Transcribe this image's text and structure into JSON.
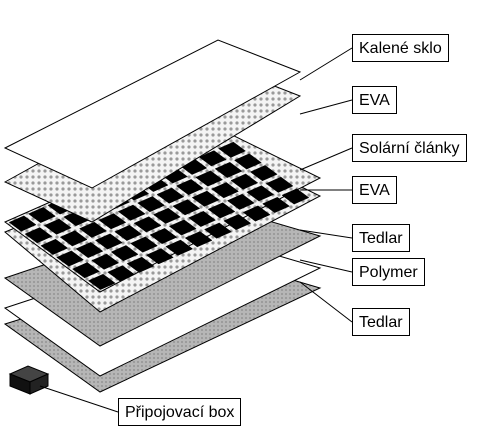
{
  "layers": [
    {
      "id": "glass",
      "label": "Kalené sklo",
      "pattern": "none"
    },
    {
      "id": "eva1",
      "label": "EVA",
      "pattern": "dots"
    },
    {
      "id": "cells",
      "label": "Solární články",
      "pattern": "cells"
    },
    {
      "id": "eva2",
      "label": "EVA",
      "pattern": "dots"
    },
    {
      "id": "tedlar1",
      "label": "Tedlar",
      "pattern": "grey"
    },
    {
      "id": "polymer",
      "label": "Polymer",
      "pattern": "none"
    },
    {
      "id": "tedlar2",
      "label": "Tedlar",
      "pattern": "grey"
    }
  ],
  "junction_box": {
    "label": "Připojovací box"
  },
  "colors": {
    "line": "#000000",
    "cell": "#000000",
    "grey_fill": "#a8a8a8",
    "dot_fill": "#d8d8d8"
  }
}
